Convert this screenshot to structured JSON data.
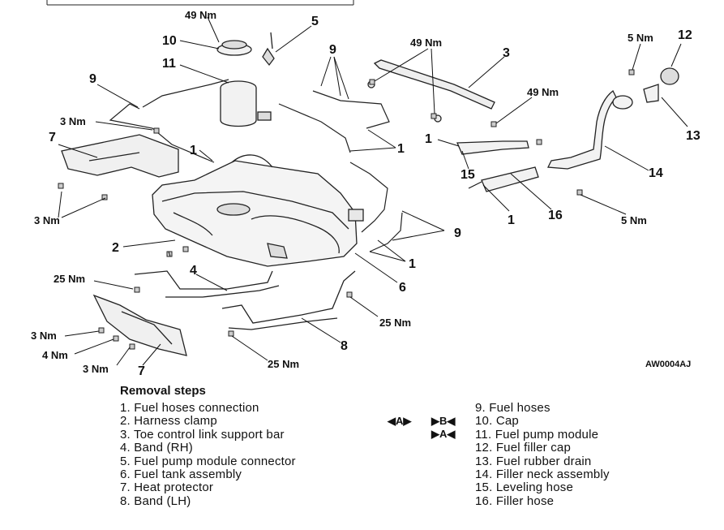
{
  "diagram": {
    "code": "AW0004AJ",
    "callouts": {
      "n1": "1",
      "n2": "2",
      "n3": "3",
      "n4": "4",
      "n5": "5",
      "n6": "6",
      "n7": "7",
      "n8": "8",
      "n9": "9",
      "n10": "10",
      "n11": "11",
      "n12": "12",
      "n13": "13",
      "n14": "14",
      "n15": "15",
      "n16": "16"
    },
    "torques": {
      "t49": "49 Nm",
      "t3": "3 Nm",
      "t4": "4 Nm",
      "t5": "5 Nm",
      "t25": "25 Nm"
    }
  },
  "removal": {
    "title": "Removal steps",
    "steps": [
      "1. Fuel hoses connection",
      "2. Harness clamp",
      "3. Toe control link support bar",
      "4. Band (RH)",
      "5. Fuel pump module connector",
      "6. Fuel tank assembly",
      "7. Heat protector",
      "8. Band (LH)",
      "9. Fuel hoses",
      "10. Cap",
      "11. Fuel pump module",
      "12. Fuel filler cap",
      "13. Fuel rubber drain",
      "14. Filler neck assembly",
      "15. Leveling hose",
      "16. Filler hose"
    ],
    "marks": {
      "a_both": "◀A▶",
      "b_both": "▶B◀",
      "a_right": "▶A◀"
    }
  }
}
